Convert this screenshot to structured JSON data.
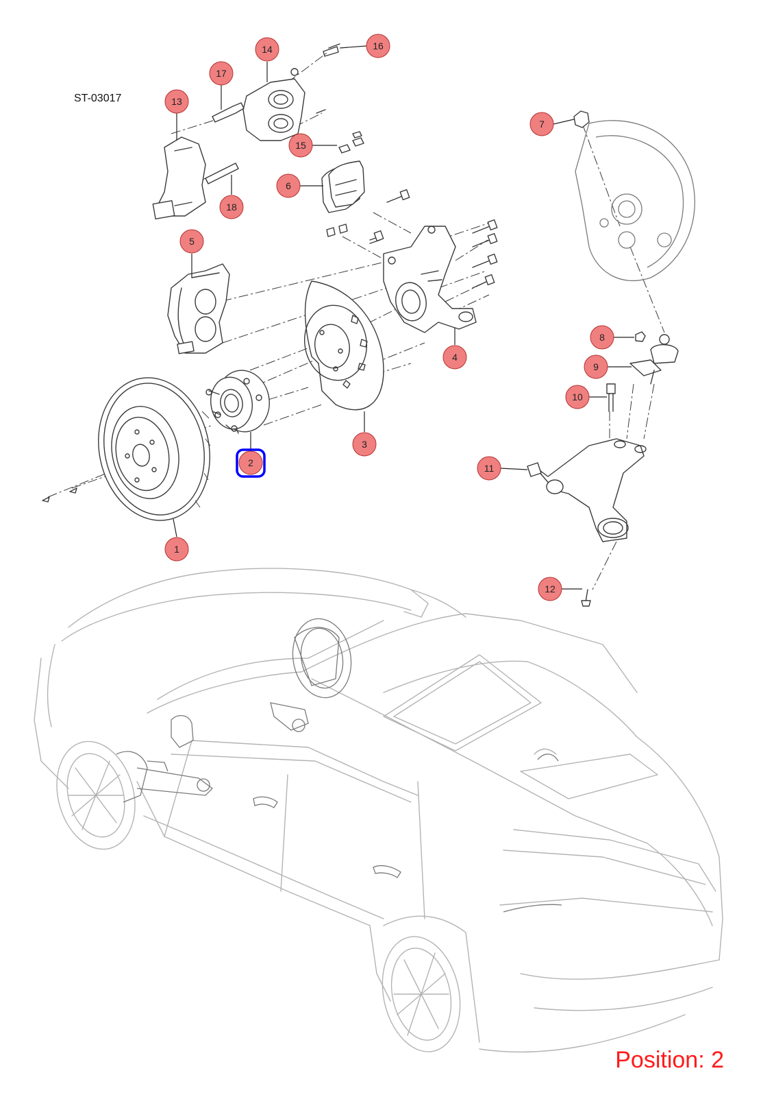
{
  "drawing": {
    "reference_code": "ST-03017",
    "position_label": "Position: 2",
    "highlighted_callout": "2",
    "callout_color": "#f08080",
    "highlight_color": "#0000ff",
    "position_label_color": "#ff1a1a"
  },
  "callouts": [
    {
      "id": "1",
      "label": "1",
      "part": "brake-disc"
    },
    {
      "id": "2",
      "label": "2",
      "part": "wheel-hub-bearing"
    },
    {
      "id": "3",
      "label": "3",
      "part": "splash-shield"
    },
    {
      "id": "4",
      "label": "4",
      "part": "steering-knuckle"
    },
    {
      "id": "5",
      "label": "5",
      "part": "brake-caliper-assembly"
    },
    {
      "id": "6",
      "label": "6",
      "part": "brake-pads"
    },
    {
      "id": "7",
      "label": "7",
      "part": "hub-nut"
    },
    {
      "id": "8",
      "label": "8",
      "part": "nut"
    },
    {
      "id": "9",
      "label": "9",
      "part": "ball-joint"
    },
    {
      "id": "10",
      "label": "10",
      "part": "bolt"
    },
    {
      "id": "11",
      "label": "11",
      "part": "lower-control-arm"
    },
    {
      "id": "12",
      "label": "12",
      "part": "bolt"
    },
    {
      "id": "13",
      "label": "13",
      "part": "caliper-bracket"
    },
    {
      "id": "14",
      "label": "14",
      "part": "caliper-housing"
    },
    {
      "id": "15",
      "label": "15",
      "part": "pad-clips"
    },
    {
      "id": "16",
      "label": "16",
      "part": "bleed-screw"
    },
    {
      "id": "17",
      "label": "17",
      "part": "guide-pin"
    },
    {
      "id": "18",
      "label": "18",
      "part": "guide-pin"
    }
  ]
}
